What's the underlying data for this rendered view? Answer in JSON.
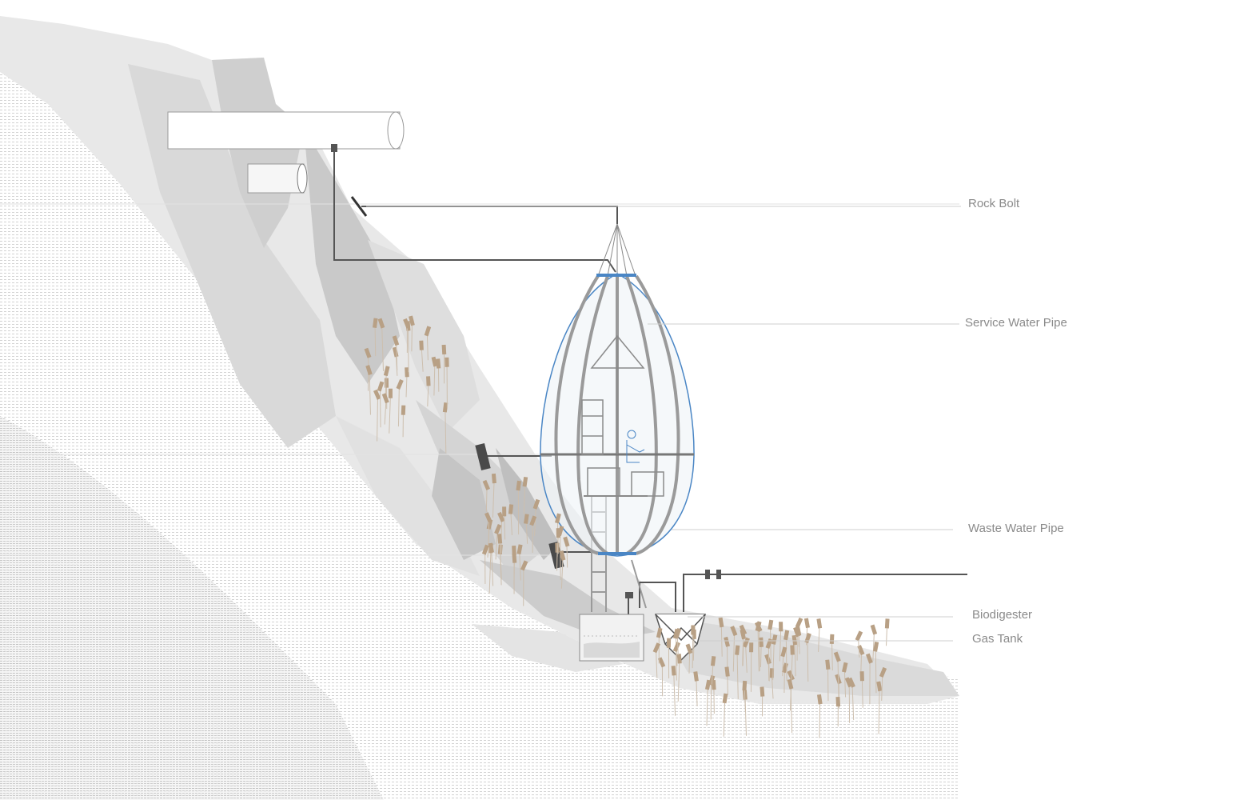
{
  "labels": {
    "rock_bolt": "Rock Bolt",
    "service_water_pipe": "Service Water Pipe",
    "waste_water_pipe": "Waste Water Pipe",
    "biodigester": "Biodigester",
    "gas_tank": "Gas Tank"
  },
  "colors": {
    "background": "#ffffff",
    "rock_light": "#ececec",
    "rock_mid": "#dcdcdc",
    "rock_dark": "#c7c7c7",
    "pipe": "#555555",
    "leader": "#cfcfcf",
    "pod_skin": "#4a86c5",
    "pod_rib": "#9a9a9a",
    "reed": "#b8a085",
    "label_text": "#8a8a8a"
  }
}
